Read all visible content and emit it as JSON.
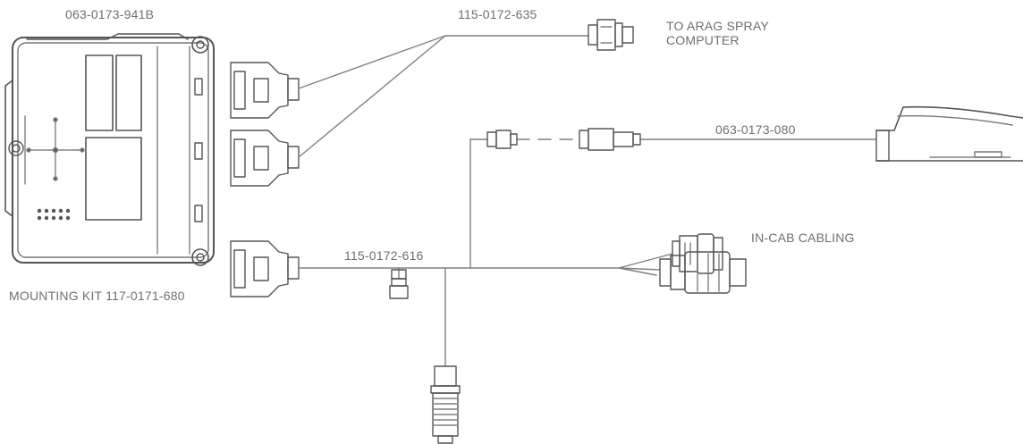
{
  "labels": {
    "ecu_part": "063-0173-941B",
    "mounting_kit": "MOUNTING KIT 117-0171-680",
    "harness_top": "115-0172-635",
    "arag_line1": "TO ARAG SPRAY",
    "arag_line2": "COMPUTER",
    "antenna_cable": "063-0173-080",
    "harness_main": "115-0172-616",
    "in_cab": "IN-CAB CABLING"
  },
  "colors": {
    "line": "#808080",
    "outline": "#555555",
    "text": "#6f6f6f"
  }
}
